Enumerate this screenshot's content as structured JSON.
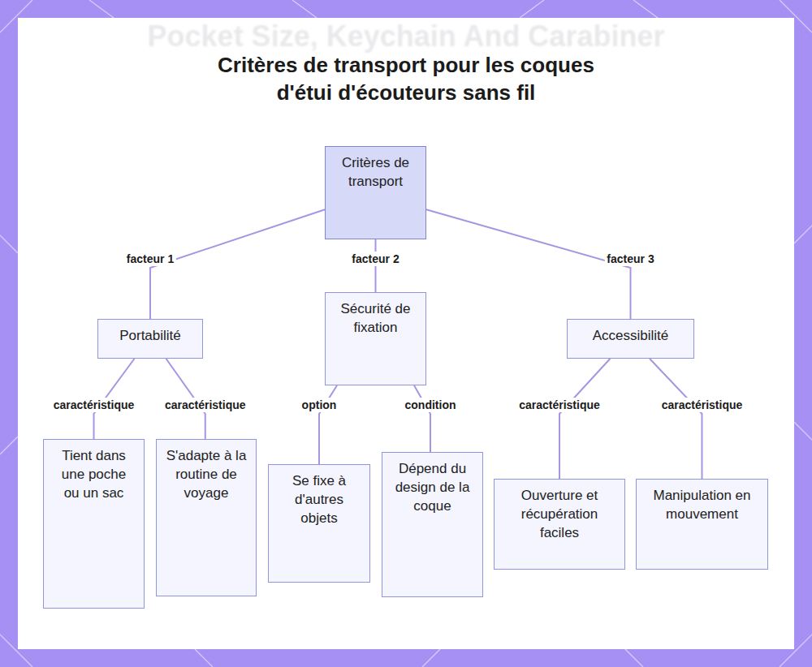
{
  "diagram": {
    "title": "Critères de transport pour les coques d'étui d'écouteurs sans fil",
    "nodes": [
      {
        "text": [
          "Critères de transport"
        ]
      },
      {
        "text": [
          "Portabilité"
        ]
      },
      {
        "text": [
          "Sécurité de fixation"
        ]
      },
      {
        "text": [
          "Accessibilité"
        ]
      },
      {
        "text": [
          "Tient dans une poche ou un sac"
        ]
      },
      {
        "text": [
          "S'adapte à la routine de voyage"
        ]
      },
      {
        "text": [
          "Se fixe à d'autres objets"
        ]
      },
      {
        "text": [
          "Dépend du design de la coque"
        ]
      },
      {
        "text": [
          "Ouverture et récupération faciles"
        ]
      },
      {
        "text": [
          "Manipulation en mouvement"
        ]
      }
    ],
    "edges": [
      {
        "from": 0,
        "to": 1,
        "label": "facteur 1",
        "arrow": "none"
      },
      {
        "from": 0,
        "to": 2,
        "label": "facteur 2",
        "arrow": "none"
      },
      {
        "from": 0,
        "to": 3,
        "label": "facteur 3",
        "arrow": "none"
      },
      {
        "from": 1,
        "to": 4,
        "label": "caractéristique",
        "arrow": "none"
      },
      {
        "from": 1,
        "to": 5,
        "label": "caractéristique",
        "arrow": "none"
      },
      {
        "from": 2,
        "to": 6,
        "label": "option",
        "arrow": "none"
      },
      {
        "from": 2,
        "to": 7,
        "label": "condition",
        "arrow": "none"
      },
      {
        "from": 3,
        "to": 8,
        "label": "caractéristique",
        "arrow": "none"
      },
      {
        "from": 3,
        "to": 9,
        "label": "caractéristique",
        "arrow": "none"
      }
    ],
    "labels": [
      "Pocket Size, Keychain And Carabiner"
    ]
  }
}
